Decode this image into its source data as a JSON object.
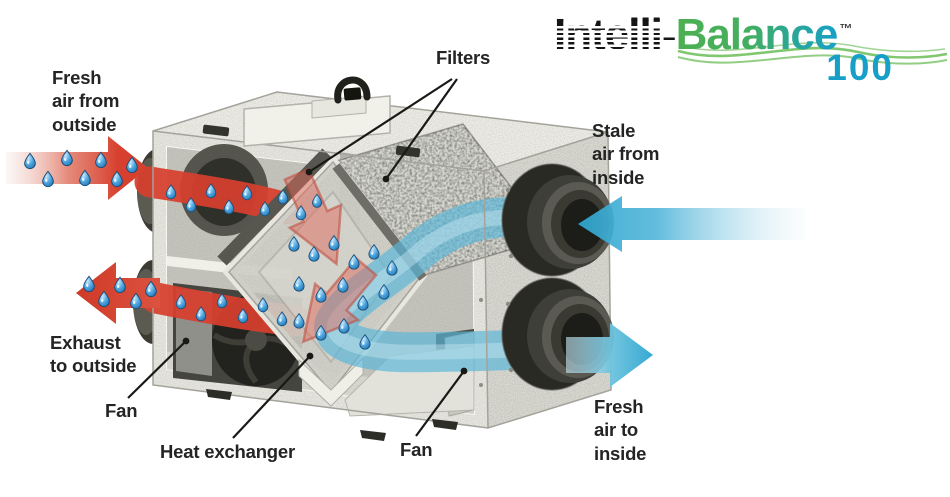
{
  "logo": {
    "brand_prefix": "Intelli-",
    "brand_suffix": "Balance",
    "trademark": "™",
    "model_number": "100"
  },
  "labels": {
    "fresh_air_in": "Fresh\nair from\noutside",
    "filters": "Filters",
    "stale_air_in": "Stale\nair from\ninside",
    "exhaust_out": "Exhaust\nto outside",
    "fan_left": "Fan",
    "heat_exchanger": "Heat exchanger",
    "fan_right": "Fan",
    "fresh_air_out": "Fresh\nair to\ninside"
  },
  "colors": {
    "fresh_air_red": "#d7402e",
    "stale_air_blue": "#45b4d8",
    "droplet_blue": "#4aa3e0",
    "unit_body_gray": "#e9e8e1",
    "label_text": "#242424",
    "logo_black": "#151515",
    "logo_green": "#4cb24c",
    "logo_teal": "#189fc8"
  }
}
